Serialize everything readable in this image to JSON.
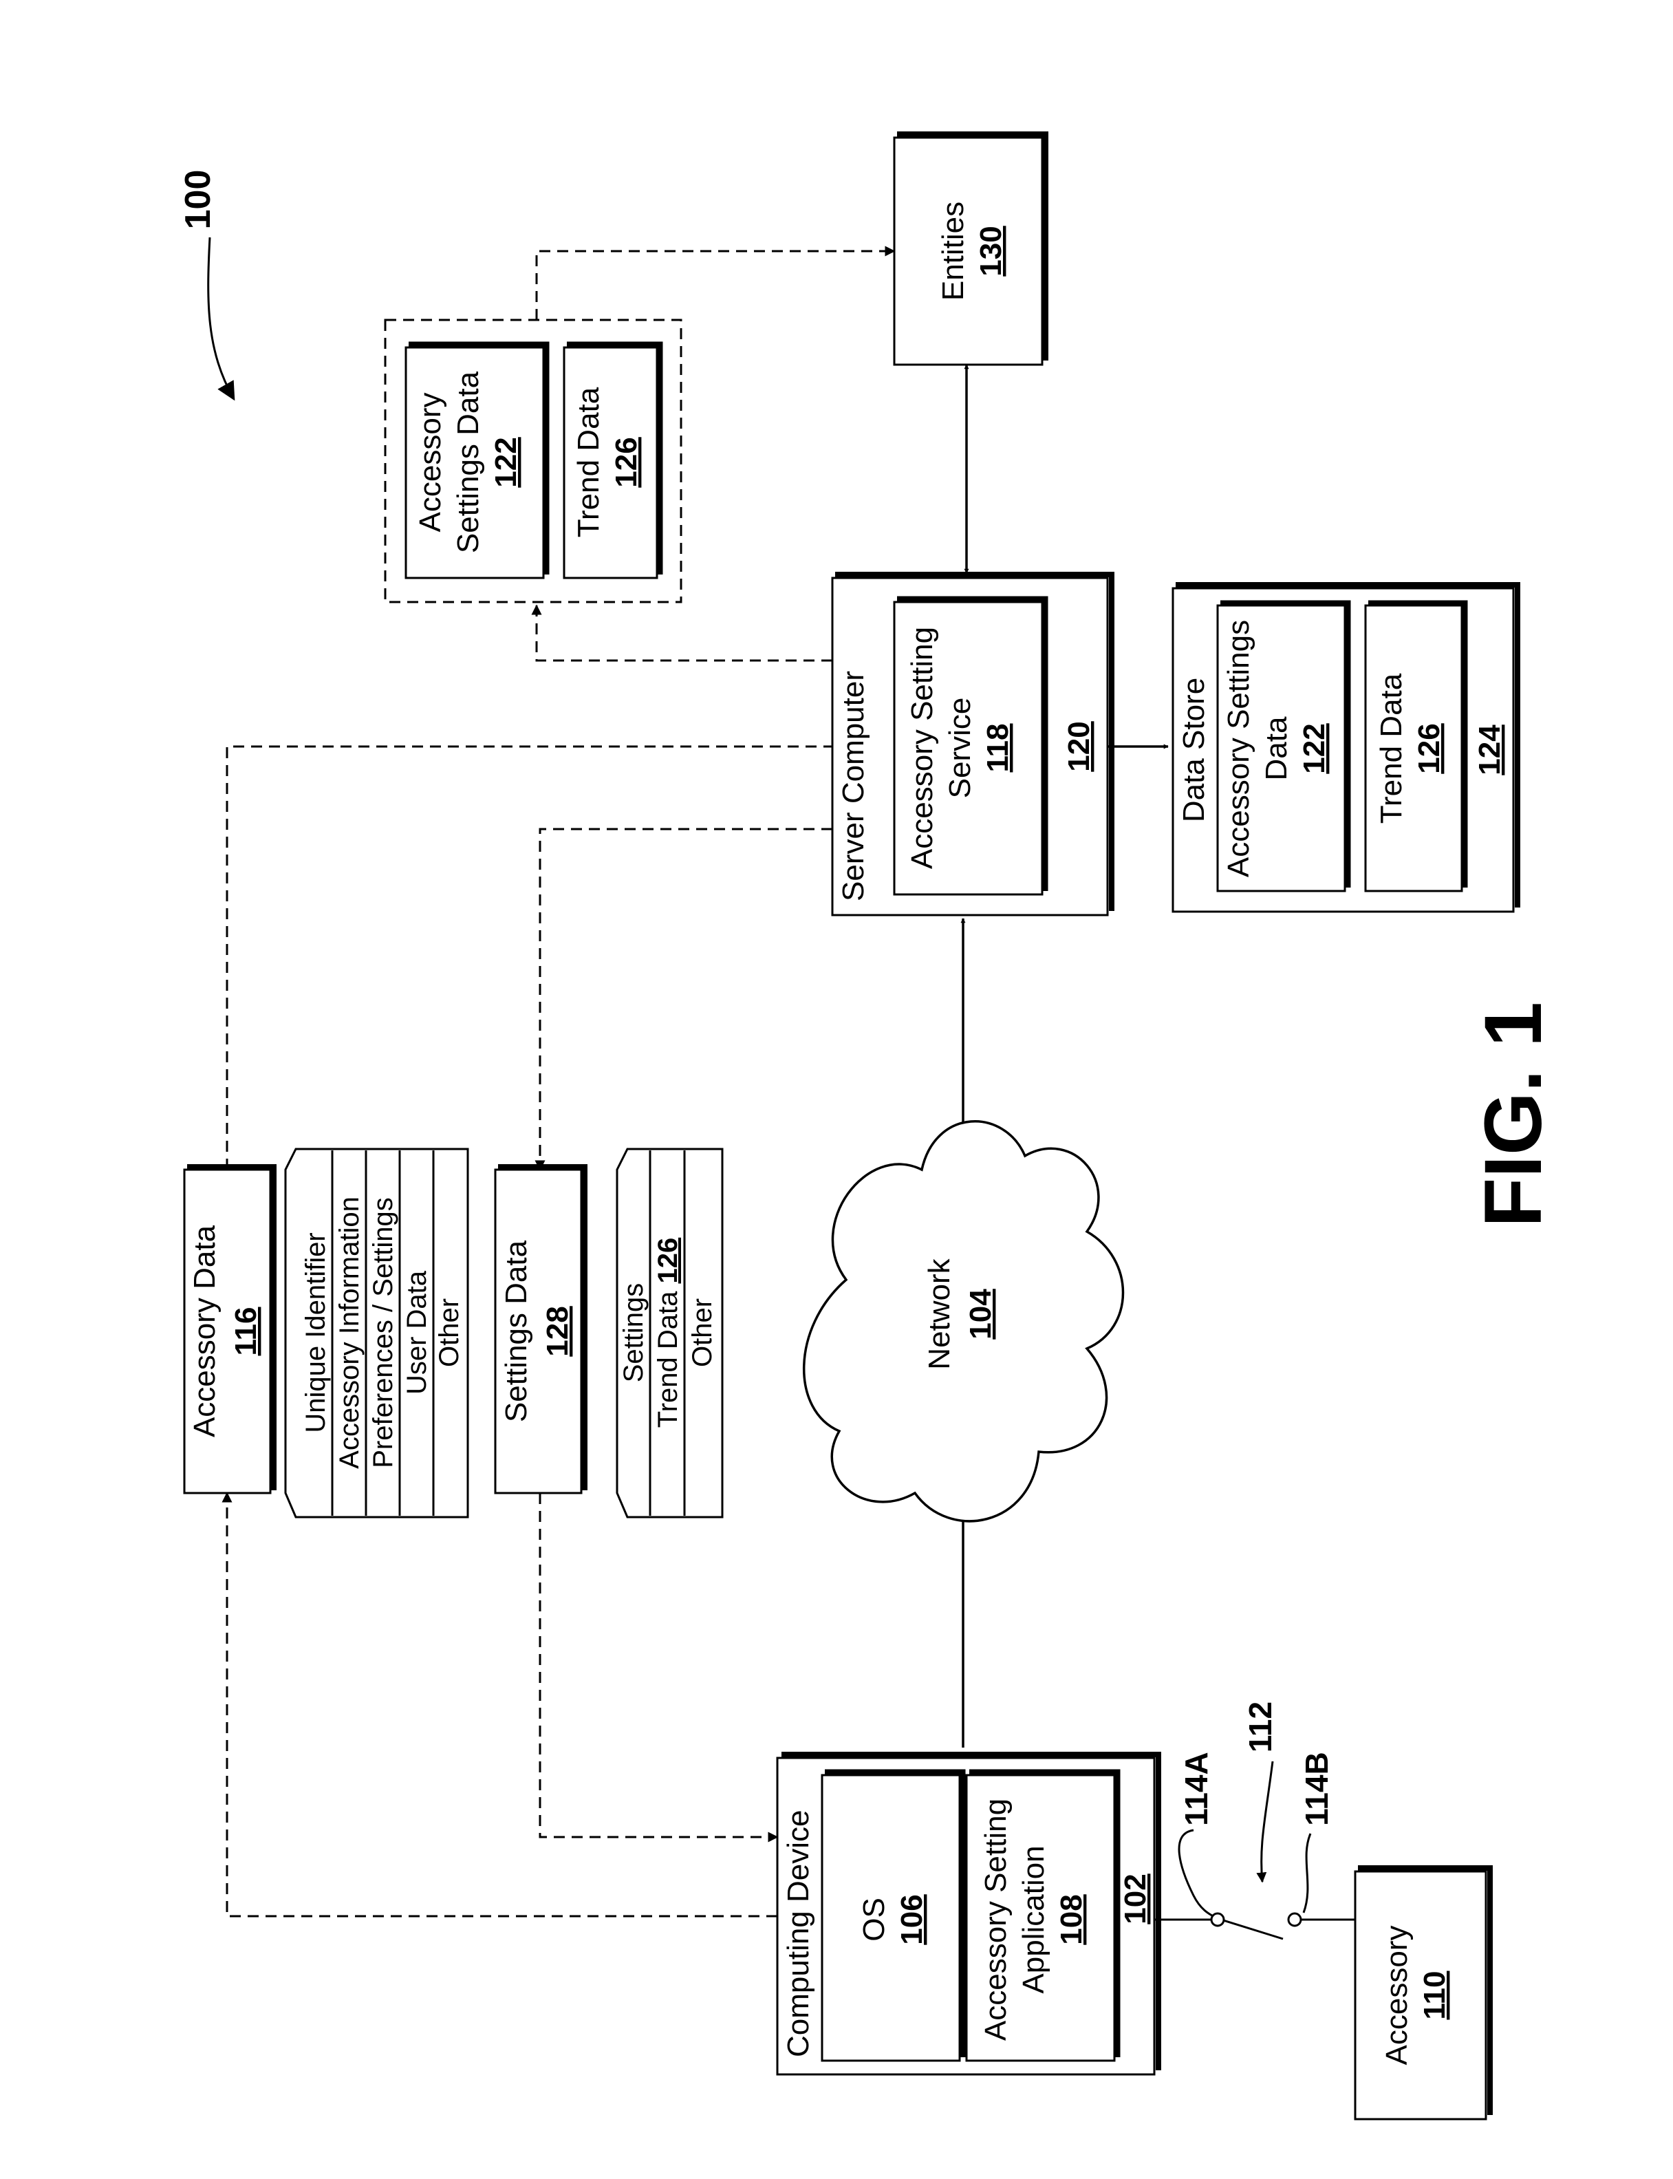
{
  "figure": {
    "ref": "100",
    "label": "FIG. 1"
  },
  "network": {
    "title": "Network",
    "number": "104"
  },
  "computing_device": {
    "title": "Computing Device",
    "number": "102",
    "os": {
      "title": "OS",
      "number": "106"
    },
    "app": {
      "line1": "Accessory Setting",
      "line2": "Application",
      "number": "108"
    }
  },
  "accessory": {
    "title": "Accessory",
    "number": "110"
  },
  "connection": {
    "ref": "112",
    "port_a": "114A",
    "port_b": "114B"
  },
  "accessory_data": {
    "title": "Accessory Data",
    "number": "116",
    "rows": [
      "Unique Identifier",
      "Accessory Information",
      "Preferences / Settings",
      "User Data",
      "Other"
    ]
  },
  "settings_data": {
    "title": "Settings Data",
    "number": "128",
    "rows": [
      {
        "text": "Settings",
        "ref": ""
      },
      {
        "text": "Trend Data",
        "ref": "126"
      },
      {
        "text": "Other",
        "ref": ""
      }
    ]
  },
  "server": {
    "title": "Server Computer",
    "number": "120",
    "service": {
      "line1": "Accessory Setting",
      "line2": "Service",
      "number": "118"
    }
  },
  "data_store": {
    "title": "Data Store",
    "number": "124",
    "settings": {
      "line1": "Accessory Settings",
      "line2": "Data",
      "number": "122"
    },
    "trend": {
      "title": "Trend Data",
      "number": "126"
    }
  },
  "shared": {
    "settings": {
      "line1": "Accessory",
      "line2": "Settings Data",
      "number": "122"
    },
    "trend": {
      "title": "Trend Data",
      "number": "126"
    }
  },
  "entities": {
    "title": "Entities",
    "number": "130"
  }
}
